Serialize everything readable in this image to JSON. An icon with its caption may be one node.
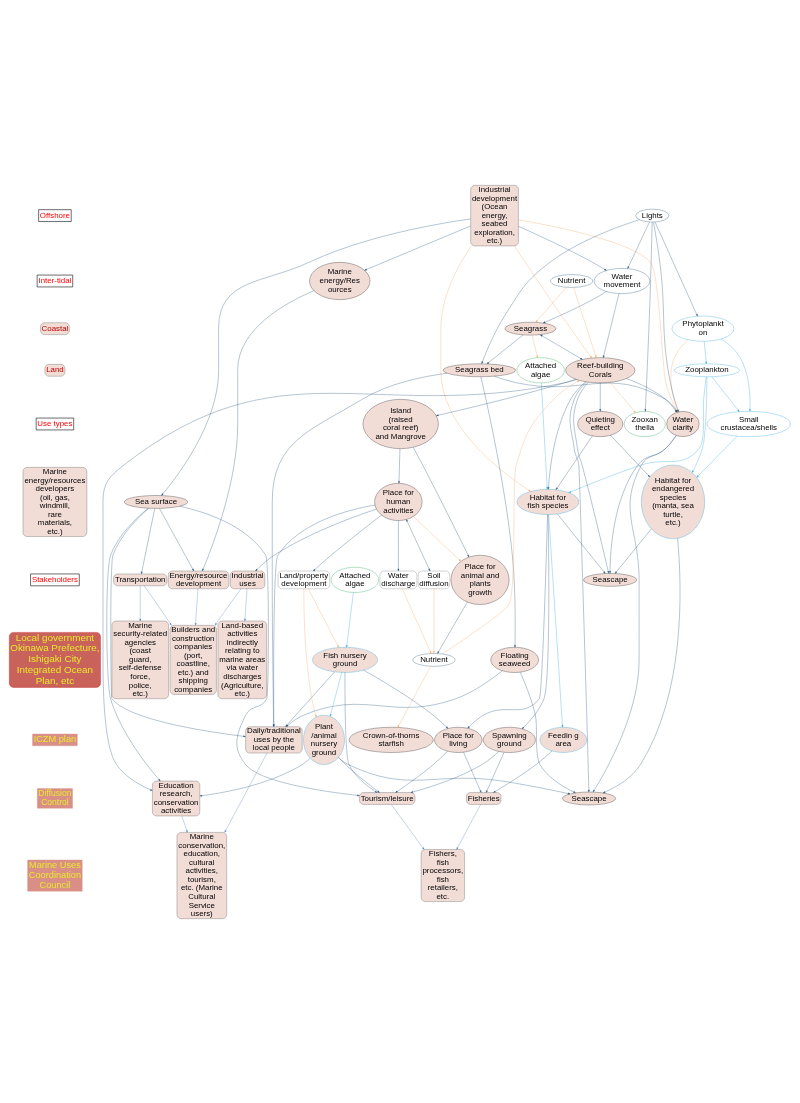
{
  "diagram": {
    "nodes": [
      {
        "text": [
          "Offshore"
        ]
      },
      {
        "text": [
          "Industrial development (Ocean energy, seabed exploration, etc.)"
        ]
      },
      {
        "text": [
          "Marine energy/Res ources"
        ]
      },
      {
        "text": [
          "Sea surface"
        ]
      },
      {
        "text": [
          "Place for living"
        ]
      },
      {
        "text": [
          "Feedin g area"
        ]
      },
      {
        "text": [
          "Spawning ground"
        ]
      },
      {
        "text": [
          "Habitat for fish species"
        ]
      },
      {
        "text": [
          "Habitat for endangered species (manta, sea turtle, etc.)"
        ]
      },
      {
        "text": [
          "Zooplankton"
        ]
      },
      {
        "text": [
          "Small crustacea/shells"
        ]
      },
      {
        "text": [
          "Phytoplankt on"
        ]
      },
      {
        "text": [
          "Attached algae"
        ]
      },
      {
        "text": [
          "Lights"
        ]
      },
      {
        "text": [
          "Water movement"
        ]
      },
      {
        "text": [
          "Seagrass"
        ]
      },
      {
        "text": [
          "Zooxan thella"
        ]
      },
      {
        "text": [
          "Nutrient"
        ]
      },
      {
        "text": [
          "Reef-building Corals"
        ]
      },
      {
        "text": [
          "Water clarity"
        ]
      },
      {
        "text": [
          "Seascape"
        ]
      },
      {
        "text": [
          "Seascape"
        ]
      },
      {
        "text": [
          "Seagrass bed"
        ]
      },
      {
        "text": [
          "Floating seaweed"
        ]
      },
      {
        "text": [
          "Plant /animal nursery ground"
        ]
      },
      {
        "text": [
          "Quieting effect"
        ]
      },
      {
        "text": [
          "Nutrient"
        ]
      },
      {
        "text": [
          "Crown-of-thorns starfish"
        ]
      },
      {
        "text": [
          "Water discharge"
        ]
      },
      {
        "text": [
          "Soil diffusion"
        ]
      },
      {
        "text": [
          "Place for animal and plants growth"
        ]
      },
      {
        "text": [
          "Attached algae"
        ]
      },
      {
        "text": [
          "Fish nursery ground"
        ]
      },
      {
        "text": [
          "Inter-tidal"
        ]
      },
      {
        "text": [
          "Land/property development"
        ]
      },
      {
        "text": [
          "Island (raised coral reef) and Mangrove"
        ]
      },
      {
        "text": [
          "Place for human activities"
        ]
      },
      {
        "text": [
          "Coastal"
        ]
      },
      {
        "text": [
          "Land"
        ]
      },
      {
        "text": [
          "Energy/resource development"
        ]
      },
      {
        "text": [
          "Transportation"
        ]
      },
      {
        "text": [
          "Fisheries"
        ]
      },
      {
        "text": [
          "Tourism/leisure"
        ]
      },
      {
        "text": [
          "Education research, conservation activities"
        ]
      },
      {
        "text": [
          "Daily/traditional uses by the local people"
        ]
      },
      {
        "text": [
          "Industrial uses"
        ]
      },
      {
        "text": [
          "Use types"
        ]
      },
      {
        "text": [
          "Marine security-related agencies (coast guard, self-defense force, police, etc.)"
        ]
      },
      {
        "text": [
          "Builders and construction companies (port, coastline, etc.) and shipping companies"
        ]
      },
      {
        "text": [
          "Marine energy/resources developers (oil, gas, windmill, rare materials, etc.)"
        ]
      },
      {
        "text": [
          "Fishers, fish processors, fish retailers, etc."
        ]
      },
      {
        "text": [
          "Marine conservation, education, cultural activities, tourism, etc. (Marine Cultural Service users)"
        ]
      },
      {
        "text": [
          "Land-based activities indirectly relating to marine areas via water discharges (Agriculture, etc.)"
        ]
      },
      {
        "text": [
          "Stakeholders"
        ]
      },
      {
        "text": [
          "Local government",
          "Okinawa Prefecture, Ishigaki City",
          "Integrated Ocean Plan, etc"
        ]
      },
      {
        "text": [
          "ICZM plan"
        ]
      },
      {
        "text": [
          "Diffusion Control"
        ]
      },
      {
        "text": [
          "Marine Uses Coordination Council"
        ]
      }
    ],
    "edges": [
      {
        "from": 1,
        "to": 2,
        "arrow": "to"
      },
      {
        "from": 1,
        "to": 3,
        "arrow": "to"
      },
      {
        "from": 1,
        "to": 7,
        "arrow": "to",
        "color": "#f4a460"
      },
      {
        "from": 1,
        "to": 14,
        "arrow": "to"
      },
      {
        "from": 1,
        "to": 18,
        "arrow": "to",
        "color": "#f4a460"
      },
      {
        "from": 1,
        "to": 19,
        "arrow": "to",
        "color": "#f4a460"
      },
      {
        "from": 2,
        "to": 39,
        "arrow": "to"
      },
      {
        "from": 3,
        "to": 39,
        "arrow": "to"
      },
      {
        "from": 3,
        "to": 40,
        "arrow": "to"
      },
      {
        "from": 3,
        "to": 42,
        "arrow": "to"
      },
      {
        "from": 3,
        "to": 43,
        "arrow": "to"
      },
      {
        "from": 3,
        "to": 44,
        "arrow": "to"
      },
      {
        "from": 4,
        "to": 41,
        "arrow": "to"
      },
      {
        "from": 4,
        "to": 42,
        "arrow": "to"
      },
      {
        "from": 5,
        "to": 41,
        "arrow": "to"
      },
      {
        "from": 6,
        "to": 41,
        "arrow": "to"
      },
      {
        "from": 6,
        "to": 42,
        "arrow": "to"
      },
      {
        "from": 7,
        "to": 4,
        "arrow": "to"
      },
      {
        "from": 7,
        "to": 5,
        "arrow": "to",
        "color": "#29a3dc"
      },
      {
        "from": 7,
        "to": 6,
        "arrow": "to"
      },
      {
        "from": 7,
        "to": 20,
        "arrow": "to"
      },
      {
        "from": 8,
        "to": 20,
        "arrow": "to"
      },
      {
        "from": 8,
        "to": 21,
        "arrow": "to"
      },
      {
        "from": 9,
        "to": 7,
        "arrow": "to",
        "color": "#29a3dc"
      },
      {
        "from": 9,
        "to": 10,
        "arrow": "to",
        "color": "#29a3dc"
      },
      {
        "from": 9,
        "to": 8,
        "arrow": "to",
        "color": "#29a3dc"
      },
      {
        "from": 10,
        "to": 8,
        "arrow": "to",
        "color": "#29a3dc"
      },
      {
        "from": 11,
        "to": 9,
        "arrow": "to",
        "color": "#29a3dc"
      },
      {
        "from": 11,
        "to": 10,
        "arrow": "to",
        "color": "#29a3dc"
      },
      {
        "from": 11,
        "to": 19,
        "arrow": "to",
        "color": "#f4a460"
      },
      {
        "from": 12,
        "to": 7,
        "arrow": "to",
        "color": "#29a3dc"
      },
      {
        "from": 13,
        "to": 14,
        "arrow": "to"
      },
      {
        "from": 13,
        "to": 11,
        "arrow": "to"
      },
      {
        "from": 13,
        "to": 16,
        "arrow": "to"
      },
      {
        "from": 13,
        "to": 19,
        "arrow": "to"
      },
      {
        "from": 13,
        "to": 22,
        "arrow": "to"
      },
      {
        "from": 14,
        "to": 15,
        "arrow": "to"
      },
      {
        "from": 14,
        "to": 18,
        "arrow": "to"
      },
      {
        "from": 15,
        "to": 12,
        "arrow": "to",
        "color": "#f4a460"
      },
      {
        "from": 15,
        "to": 18,
        "arrow": "both"
      },
      {
        "from": 15,
        "to": 22,
        "arrow": "to"
      },
      {
        "from": 17,
        "to": 15,
        "arrow": "to",
        "color": "#f4a460"
      },
      {
        "from": 17,
        "to": 18,
        "arrow": "to",
        "color": "#f4a460"
      },
      {
        "from": 18,
        "to": 16,
        "arrow": "to",
        "color": "#f4a460"
      },
      {
        "from": 18,
        "to": 19,
        "arrow": "to"
      },
      {
        "from": 18,
        "to": 20,
        "arrow": "to"
      },
      {
        "from": 18,
        "to": 21,
        "arrow": "to"
      },
      {
        "from": 18,
        "to": 25,
        "arrow": "to"
      },
      {
        "from": 18,
        "to": 7,
        "arrow": "to"
      },
      {
        "from": 18,
        "to": 43,
        "arrow": "to"
      },
      {
        "from": 18,
        "to": 35,
        "arrow": "to"
      },
      {
        "from": 19,
        "to": 20,
        "arrow": "to"
      },
      {
        "from": 19,
        "to": 21,
        "arrow": "to"
      },
      {
        "from": 22,
        "to": 23,
        "arrow": "to"
      },
      {
        "from": 22,
        "to": 19,
        "arrow": "to"
      },
      {
        "from": 22,
        "to": 44,
        "arrow": "to"
      },
      {
        "from": 23,
        "to": 21,
        "arrow": "to"
      },
      {
        "from": 23,
        "to": 44,
        "arrow": "to"
      },
      {
        "from": 24,
        "to": 21,
        "arrow": "to"
      },
      {
        "from": 24,
        "to": 42,
        "arrow": "to"
      },
      {
        "from": 24,
        "to": 43,
        "arrow": "to"
      },
      {
        "from": 25,
        "to": 7,
        "arrow": "to"
      },
      {
        "from": 25,
        "to": 8,
        "arrow": "to"
      },
      {
        "from": 26,
        "to": 18,
        "arrow": "to",
        "color": "#f4a460"
      },
      {
        "from": 26,
        "to": 27,
        "arrow": "to",
        "color": "#f4a460"
      },
      {
        "from": 28,
        "to": 26,
        "arrow": "to",
        "color": "#f4a460"
      },
      {
        "from": 29,
        "to": 26,
        "arrow": "to",
        "color": "#f4a460"
      },
      {
        "from": 30,
        "to": 26,
        "arrow": "to"
      },
      {
        "from": 31,
        "to": 32,
        "arrow": "to",
        "color": "#29a3dc"
      },
      {
        "from": 32,
        "to": 24,
        "arrow": "to",
        "color": "#29a3dc"
      },
      {
        "from": 32,
        "to": 4,
        "arrow": "to"
      },
      {
        "from": 32,
        "to": 42,
        "arrow": "to"
      },
      {
        "from": 32,
        "to": 44,
        "arrow": "to"
      },
      {
        "from": 34,
        "to": 32,
        "arrow": "to",
        "color": "#f4a460"
      },
      {
        "from": 34,
        "to": 24,
        "arrow": "to",
        "color": "#f4a460"
      },
      {
        "from": 35,
        "to": 30,
        "arrow": "to"
      },
      {
        "from": 35,
        "to": 36,
        "arrow": "to"
      },
      {
        "from": 36,
        "to": 28,
        "arrow": "to"
      },
      {
        "from": 36,
        "to": 29,
        "arrow": "both"
      },
      {
        "from": 36,
        "to": 30,
        "arrow": "to",
        "color": "#f4a460"
      },
      {
        "from": 36,
        "to": 34,
        "arrow": "to"
      },
      {
        "from": 36,
        "to": 44,
        "arrow": "to"
      },
      {
        "from": 36,
        "to": 45,
        "arrow": "to"
      },
      {
        "from": 39,
        "to": 48,
        "arrow": "to",
        "color": "#4a7ebb"
      },
      {
        "from": 40,
        "to": 47,
        "arrow": "to",
        "color": "#4a7ebb"
      },
      {
        "from": 40,
        "to": 48,
        "arrow": "to",
        "color": "#4a7ebb"
      },
      {
        "from": 41,
        "to": 50,
        "arrow": "to",
        "color": "#4a7ebb"
      },
      {
        "from": 42,
        "to": 50,
        "arrow": "to",
        "color": "#4a7ebb"
      },
      {
        "from": 43,
        "to": 51,
        "arrow": "to",
        "color": "#4a7ebb"
      },
      {
        "from": 44,
        "to": 51,
        "arrow": "to",
        "color": "#4a7ebb"
      },
      {
        "from": 45,
        "to": 48,
        "arrow": "to",
        "color": "#4a7ebb"
      },
      {
        "from": 45,
        "to": 52,
        "arrow": "to",
        "color": "#4a7ebb"
      }
    ]
  }
}
